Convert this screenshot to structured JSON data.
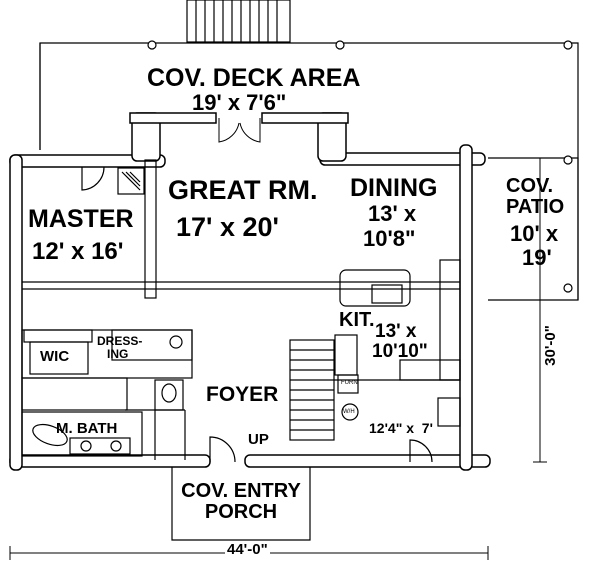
{
  "rooms": {
    "deck": {
      "name": "COV. DECK AREA",
      "size": "19' x 7'6\""
    },
    "great_room": {
      "name": "GREAT RM.",
      "size": "17' x 20'"
    },
    "dining": {
      "name": "DINING",
      "size_line1": "13' x",
      "size_line2": "10'8\""
    },
    "patio": {
      "name_line1": "COV.",
      "name_line2": "PATIO",
      "size_line1": "10' x",
      "size_line2": "19'"
    },
    "master": {
      "name": "MASTER",
      "size": "12' x 16'"
    },
    "kitchen": {
      "name": "KIT.",
      "size_line1": "13' x",
      "size_line2": "10'10\""
    },
    "dressing": {
      "line1": "DRESS-",
      "line2": "ING"
    },
    "wic": {
      "name": "WIC"
    },
    "foyer": {
      "name": "FOYER"
    },
    "bath": {
      "name": "M. BATH"
    },
    "utility": {
      "size": "12'4\" x  7'"
    },
    "porch": {
      "name_line1": "COV. ENTRY",
      "name_line2": "PORCH"
    }
  },
  "labels": {
    "up": "UP",
    "furn": "FURN",
    "wh": "W/H"
  },
  "dimensions": {
    "width": "44'-0\"",
    "depth": "30'-0\""
  },
  "colors": {
    "line": "#000000",
    "background": "#ffffff"
  }
}
